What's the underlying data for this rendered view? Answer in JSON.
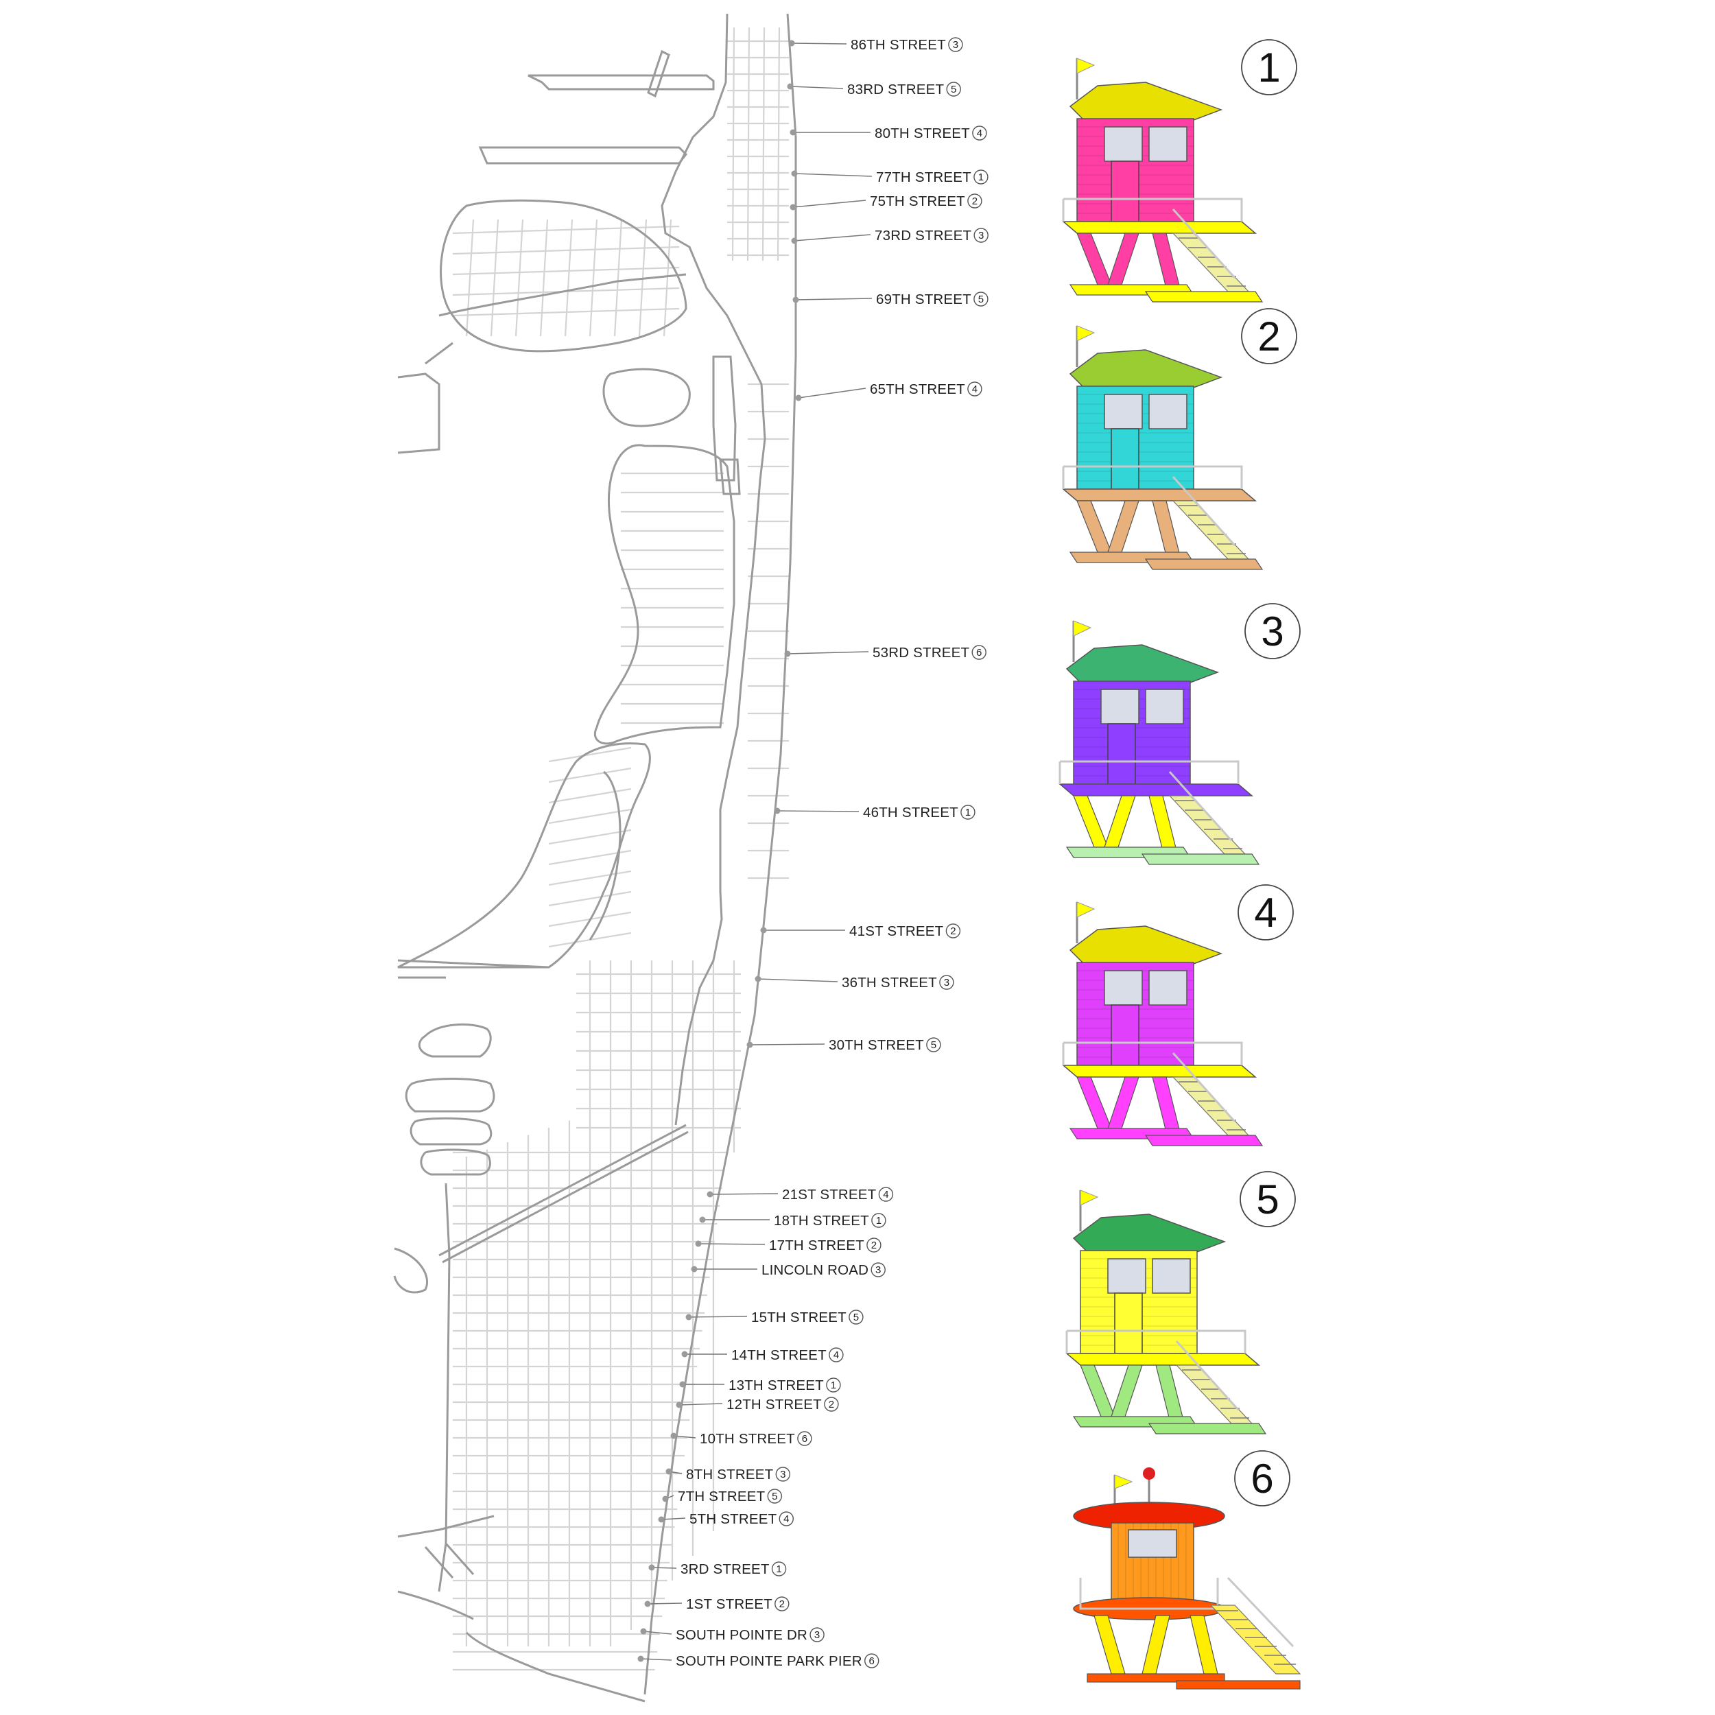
{
  "colors": {
    "road": "#cfcfcf",
    "shore": "#9a9a9a",
    "dot": "#9a9a9a",
    "leader": "#777777",
    "flag": "#ffff00",
    "rail": "#c8c8c8"
  },
  "stations": [
    {
      "label": "86TH STREET",
      "type": "3"
    },
    {
      "label": "83RD STREET",
      "type": "5"
    },
    {
      "label": "80TH STREET",
      "type": "4"
    },
    {
      "label": "77TH STREET",
      "type": "1"
    },
    {
      "label": "75TH STREET",
      "type": "2"
    },
    {
      "label": "73RD STREET",
      "type": "3"
    },
    {
      "label": "69TH STREET",
      "type": "5"
    },
    {
      "label": "65TH STREET",
      "type": "4"
    },
    {
      "label": "53RD STREET",
      "type": "6"
    },
    {
      "label": "46TH STREET",
      "type": "1"
    },
    {
      "label": "41ST STREET",
      "type": "2"
    },
    {
      "label": "36TH STREET",
      "type": "3"
    },
    {
      "label": "30TH STREET",
      "type": "5"
    },
    {
      "label": "21ST STREET",
      "type": "4"
    },
    {
      "label": "18TH STREET",
      "type": "1"
    },
    {
      "label": "17TH STREET",
      "type": "2"
    },
    {
      "label": "LINCOLN ROAD",
      "type": "3"
    },
    {
      "label": "15TH STREET",
      "type": "5"
    },
    {
      "label": "14TH STREET",
      "type": "4"
    },
    {
      "label": "13TH STREET",
      "type": "1"
    },
    {
      "label": "12TH STREET",
      "type": "2"
    },
    {
      "label": "10TH STREET",
      "type": "6"
    },
    {
      "label": "8TH STREET",
      "type": "3"
    },
    {
      "label": "7TH STREET",
      "type": "5"
    },
    {
      "label": "5TH STREET",
      "type": "4"
    },
    {
      "label": "3RD STREET",
      "type": "1"
    },
    {
      "label": "1ST STREET",
      "type": "2"
    },
    {
      "label": "SOUTH POINTE DR",
      "type": "3"
    },
    {
      "label": "SOUTH POINTE PARK PIER",
      "type": "6"
    }
  ],
  "towers": [
    {
      "number": "1",
      "cabin": "#ff3fa4",
      "roof": "#e8e000",
      "legs": "#ff3fa4",
      "base": "#ffff00",
      "deck": "#ffff00",
      "icon": "lifeguard-tower-icon"
    },
    {
      "number": "2",
      "cabin": "#33d6d6",
      "roof": "#9acd32",
      "legs": "#e8b07a",
      "base": "#e8b07a",
      "deck": "#e8b07a",
      "icon": "lifeguard-tower-icon"
    },
    {
      "number": "3",
      "cabin": "#8f3fff",
      "roof": "#3cb371",
      "legs": "#ffff00",
      "base": "#b8f0b0",
      "deck": "#8f3fff",
      "icon": "lifeguard-tower-icon"
    },
    {
      "number": "4",
      "cabin": "#e040fb",
      "roof": "#e8e000",
      "legs": "#ff40ff",
      "base": "#ff40ff",
      "deck": "#ffff00",
      "icon": "lifeguard-tower-icon"
    },
    {
      "number": "5",
      "cabin": "#ffff33",
      "roof": "#33aa55",
      "legs": "#a0e880",
      "base": "#a0e880",
      "deck": "#ffff00",
      "icon": "lifeguard-tower-icon"
    },
    {
      "number": "6",
      "cabin": "#ff9a1f",
      "roof": "#ee2200",
      "legs": "#ffee00",
      "base": "#ff5500",
      "deck": "#ff9a1f",
      "icon": "round-lifeguard-tower-icon"
    }
  ]
}
